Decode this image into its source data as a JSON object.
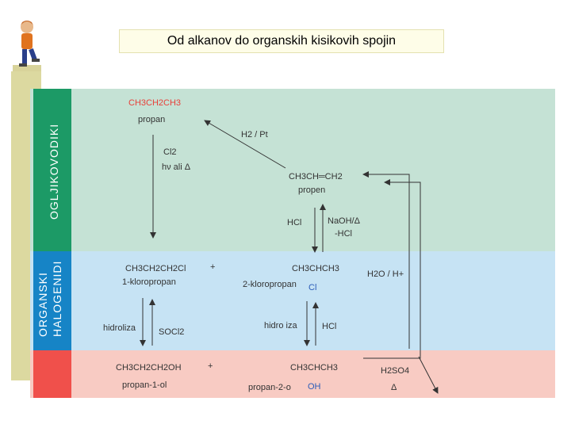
{
  "title": "Od alkanov do organskih kisikovih spojin",
  "tabs": {
    "hydrocarbons": "OGLJIKOVODIKI",
    "halides_line1": "ORGANSKI",
    "halides_line2": "HALOGENIDI"
  },
  "labels": {
    "propane_formula": "CH3CH2CH3",
    "propane_name": "propan",
    "h2_pt": "H2 / Pt",
    "cl2": "Cl2",
    "hv": "hν ali Δ",
    "propene_formula": "CH3CH═CH2",
    "propene_name": "propen",
    "hcl_left": "HCl",
    "naoh": "NaOH/Δ",
    "minus_hcl": "-HCl",
    "chloropropane1_formula": "CH3CH2CH2Cl",
    "plus1": "+",
    "chloropropane2_formula": "CH3CHCH3",
    "chloro1_name": "1-kloropropan",
    "chloro2_name": "2-kloropropan",
    "cl_sub": "Cl",
    "h2o_h": "H2O / H+",
    "hidroliza1": "hidroliza",
    "socl2": "SOCl2",
    "hidroliza2": "hidro iza",
    "hcl_right": "HCl",
    "propanol1_formula": "CH3CH2CH2OH",
    "plus2": "+",
    "propanol2_formula": "CH3CHCH3",
    "h2so4": "H2SO4",
    "propanol1_name": "propan-1-ol",
    "propanol2_name": "propan-2-o",
    "oh_sub": "OH",
    "delta": "Δ"
  },
  "colors": {
    "hydrocarbons_band": "#c5e2d5",
    "halides_band": "#c6e3f4",
    "alcohols_band": "#f8cbc3",
    "hydrocarbons_tab": "#1c9a66",
    "halides_tab": "#1684c6",
    "alcohols_tab": "#f0504b",
    "formula_red": "#e8403a",
    "formula_blue": "#2c5db8"
  }
}
